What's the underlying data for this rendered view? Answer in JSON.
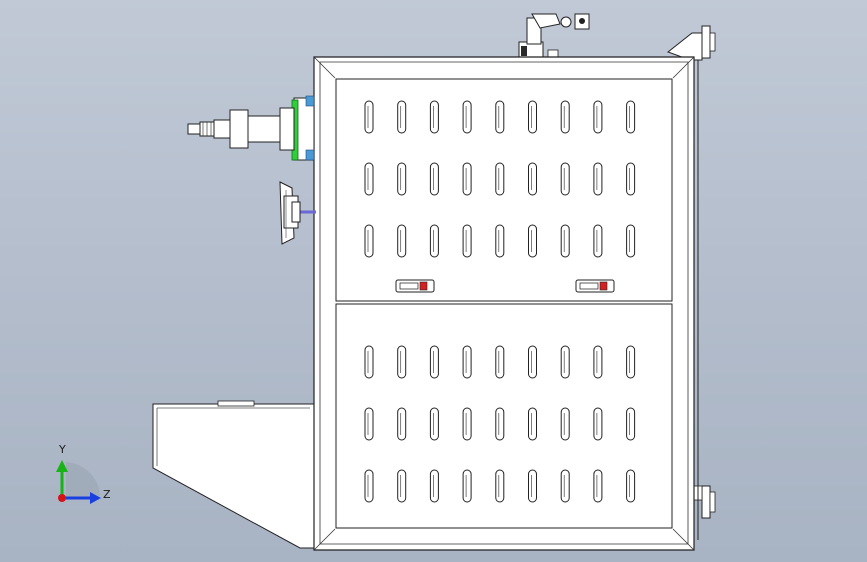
{
  "view": {
    "background_top": "#c1c9d6",
    "background_bottom": "#a8b3c3"
  },
  "triad": {
    "y_label": "Y",
    "z_label": "Z",
    "y_color": "#17b317",
    "z_color": "#1a3fe0",
    "x_color": "#d41414"
  },
  "cabinet": {
    "upper_panel": {
      "vent_rows": 3,
      "vent_cols": 9
    },
    "lower_panel": {
      "vent_rows": 3,
      "vent_cols": 9
    },
    "latches": 2,
    "latch_accent": "#d42020"
  },
  "accents": {
    "bracket_green": "#2fcf3a",
    "bracket_blue": "#4a9ad6",
    "shaft_purple": "#6a6ad6"
  }
}
